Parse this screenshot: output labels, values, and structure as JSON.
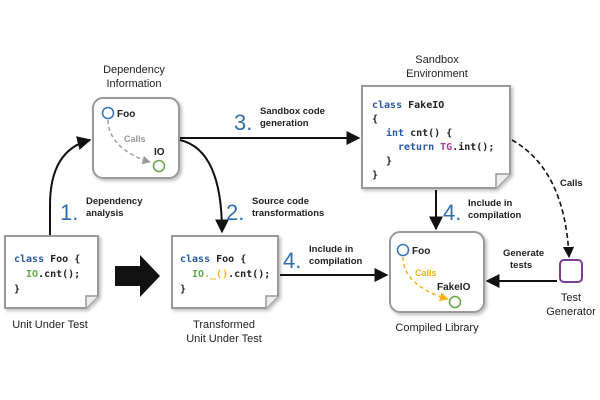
{
  "colors": {
    "arrow": "#111111",
    "box_border": "#9a9a9a",
    "step_number": "#2f6fb0",
    "keyword": "#2a5aa6",
    "io_green": "#6aa84f",
    "calls_gray": "#888888",
    "calls_orange": "#f2b31b",
    "foo_circle": "#3b78b5",
    "test_generator": "#7b3f98"
  },
  "nodes": {
    "dependency_info": {
      "title_line1": "Dependency",
      "title_line2": "Information",
      "foo": "Foo",
      "calls": "Calls",
      "io": "IO"
    },
    "sandbox": {
      "title_line1": "Sandbox",
      "title_line2": "Environment",
      "code": {
        "line1_kw": "class",
        "line1_name": "FakeIO",
        "line2": "{",
        "line3_kw": "int",
        "line3_rest": "cnt() {",
        "line4_kw": "return",
        "line4_tg": "TG",
        "line4_rest": ".int();",
        "line5": "}",
        "line6": "}"
      }
    },
    "unit_under_test": {
      "caption": "Unit Under Test",
      "code": {
        "line1_kw": "class",
        "line1_rest": "Foo {",
        "line2_io": "IO",
        "line2_rest": ".cnt();",
        "line3": "}"
      }
    },
    "transformed": {
      "caption_line1": "Transformed",
      "caption_line2": "Unit Under Test",
      "code": {
        "line1_kw": "class",
        "line1_rest": "Foo {",
        "line2_io": "IO",
        "line2_mid": "._()",
        "line2_rest": ".cnt();",
        "line3": "}"
      }
    },
    "compiled_library": {
      "caption": "Compiled Library",
      "foo": "Foo",
      "calls": "Calls",
      "fakeio": "FakeIO"
    },
    "test_generator": {
      "caption_line1": "Test",
      "caption_line2": "Generator"
    }
  },
  "steps": {
    "s1": {
      "number": "1.",
      "line1": "Dependency",
      "line2": "analysis"
    },
    "s2": {
      "number": "2.",
      "line1": "Source code",
      "line2": "transformations"
    },
    "s3": {
      "number": "3.",
      "line1": "Sandbox code",
      "line2": "generation"
    },
    "s4a": {
      "number": "4.",
      "line1": "Include in",
      "line2": "compilation"
    },
    "s4b": {
      "number": "4.",
      "line1": "Include in",
      "line2": "compilation"
    }
  },
  "edges": {
    "calls_label": "Calls",
    "generate_tests_line1": "Generate",
    "generate_tests_line2": "tests"
  }
}
